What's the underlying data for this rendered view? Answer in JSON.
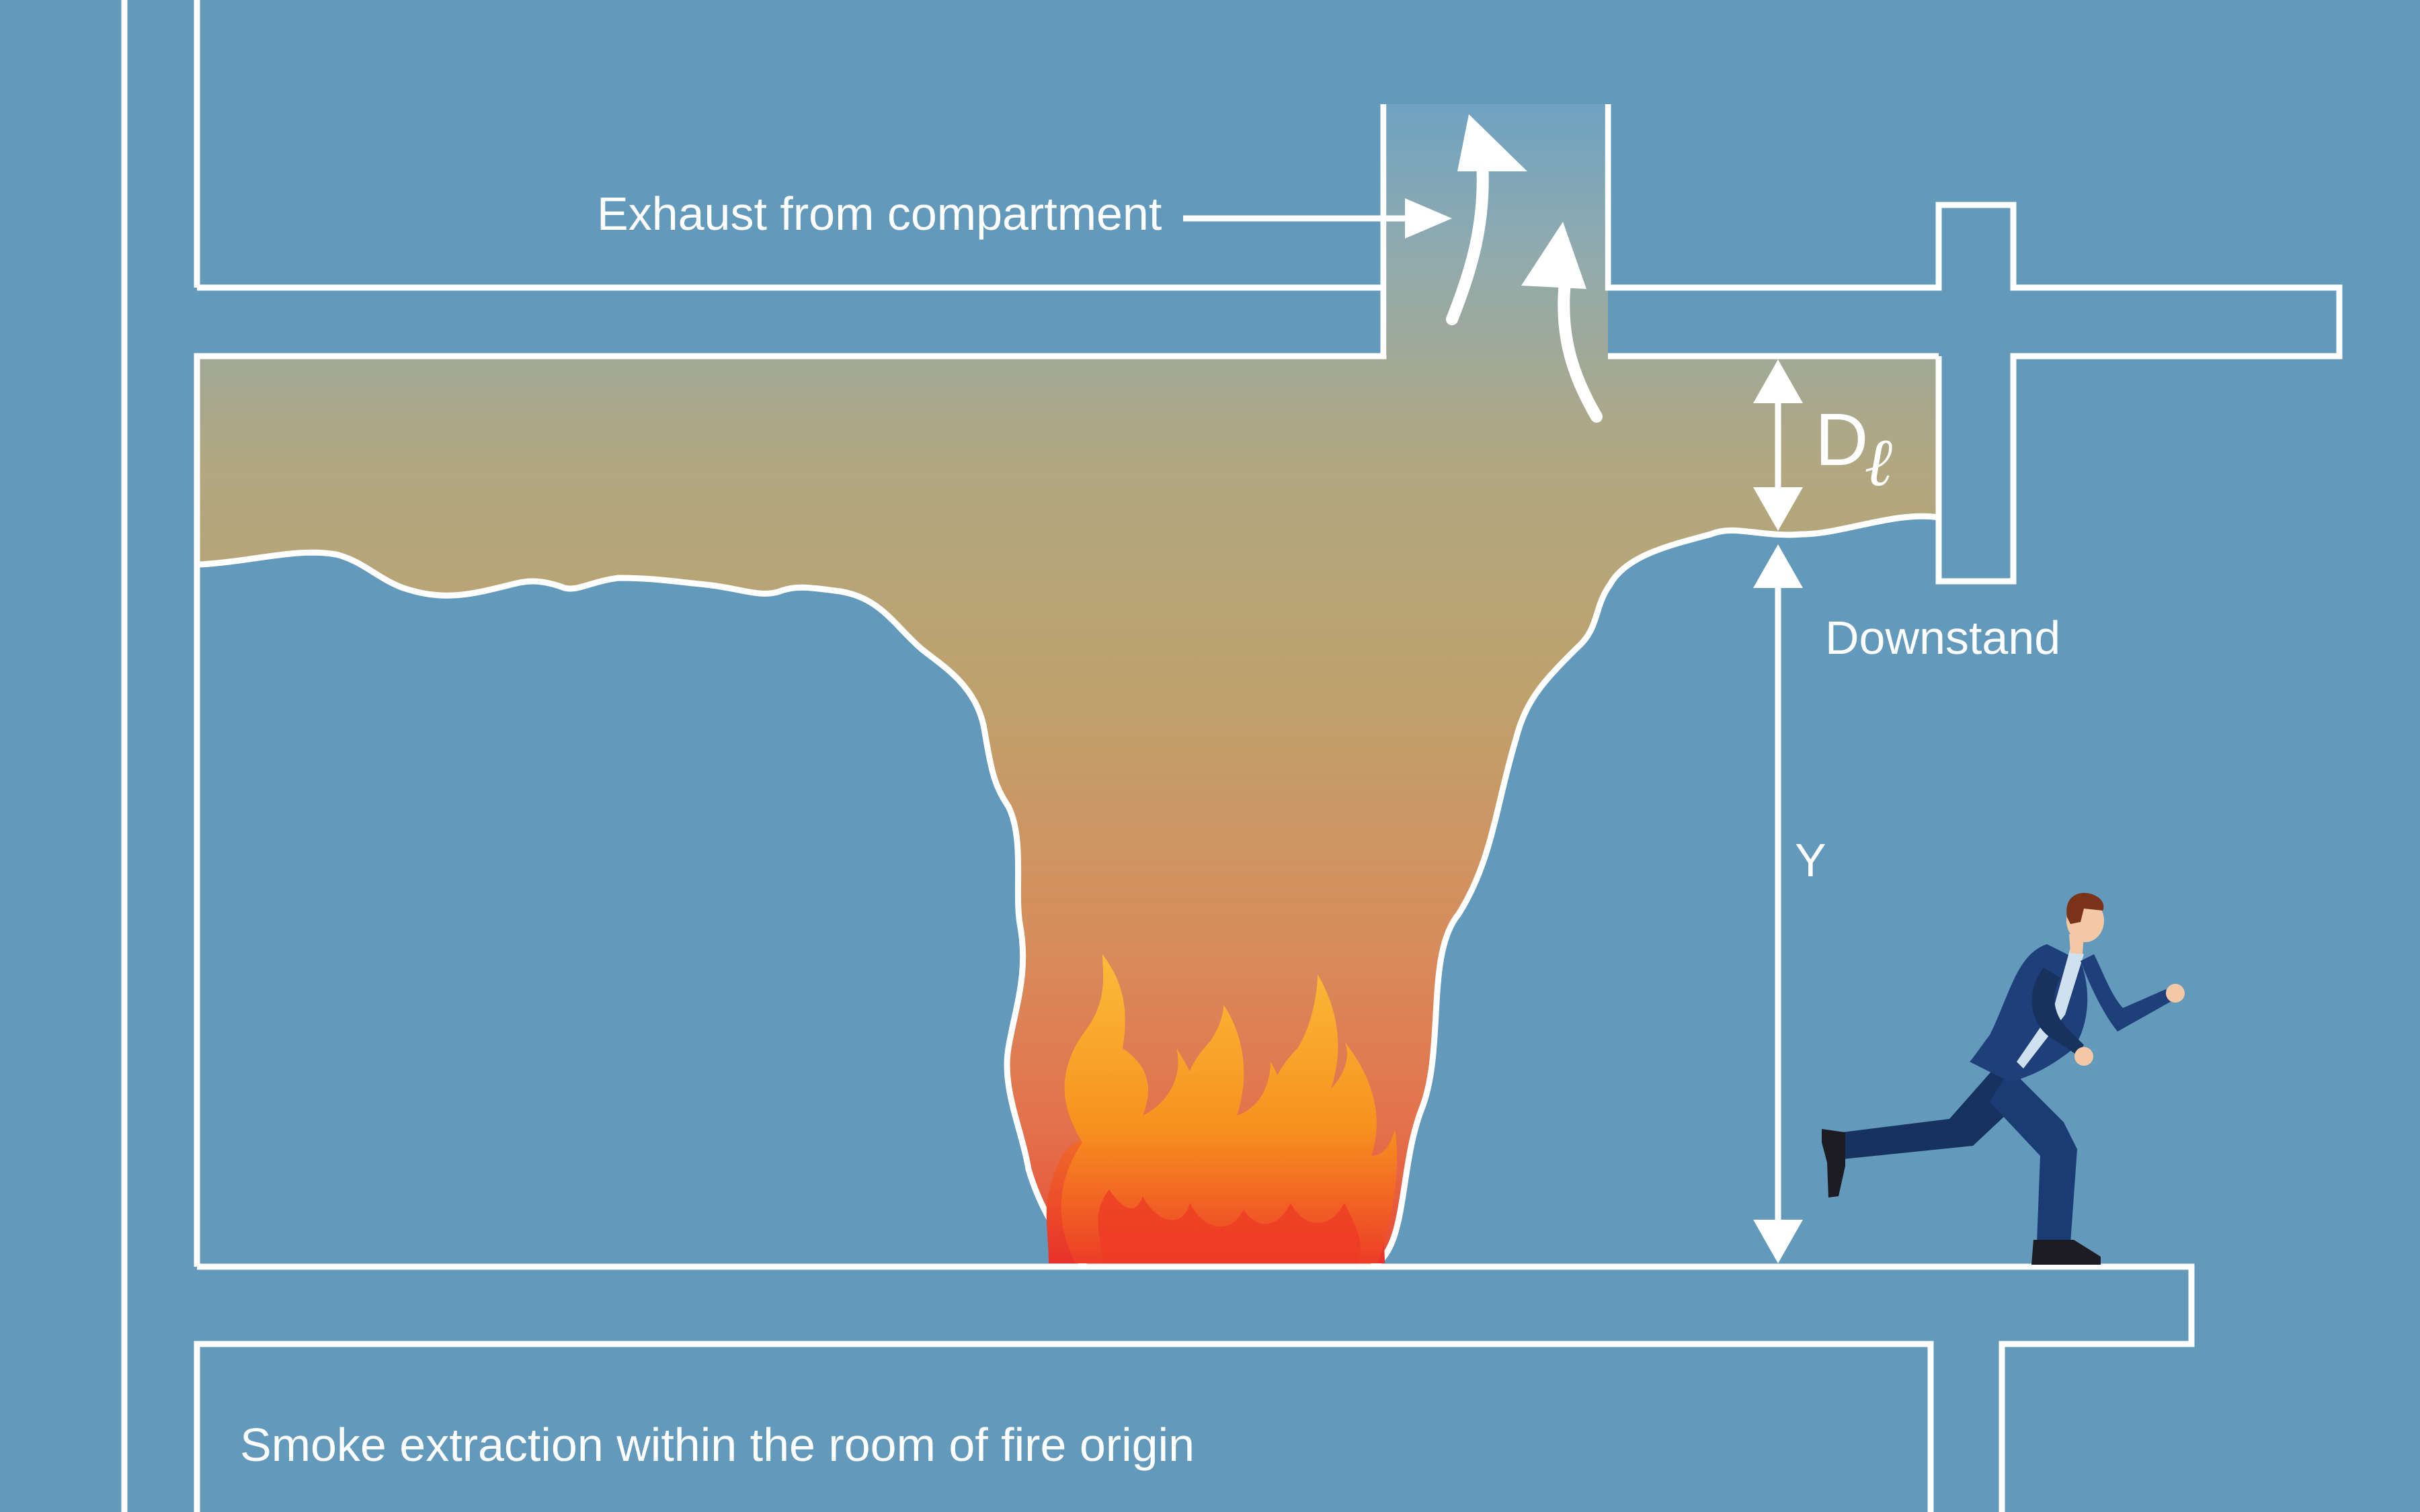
{
  "labels": {
    "exhaust": "Exhaust from compartment",
    "depth_main": "D",
    "depth_sub": "ℓ",
    "downstand": "Downstand",
    "height": "Y",
    "caption": "Smoke extraction within the room of fire origin"
  },
  "icons": {
    "fire": "fire-icon",
    "person": "running-man-icon"
  },
  "colors": {
    "background": "#6399bb",
    "lines": "#ffffff",
    "smoke_top": "#9aa79d",
    "smoke_mid": "#b9a572",
    "smoke_bottom": "#e05a3e",
    "flame_outer": "#ee4528",
    "flame_inner": "#f8b22c",
    "suit": "#1b3566"
  }
}
